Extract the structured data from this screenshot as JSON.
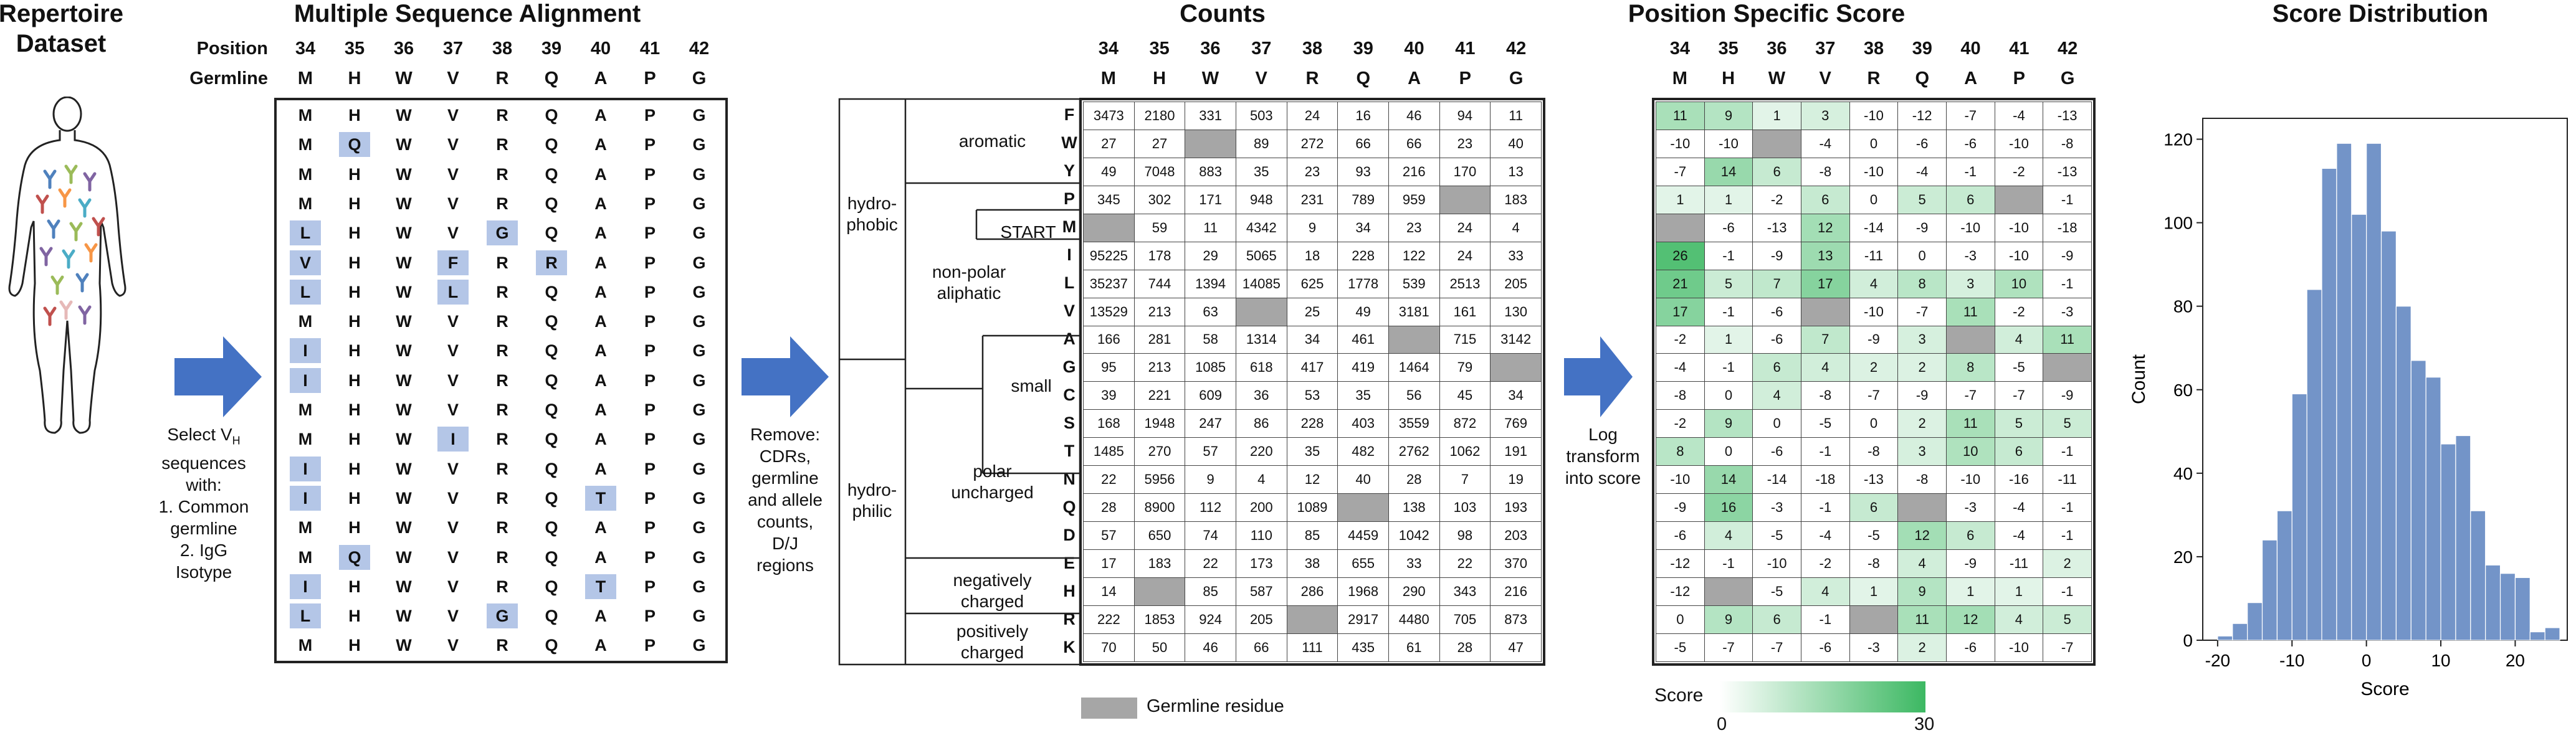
{
  "titles": {
    "repertoire": "Repertoire",
    "dataset": "Dataset",
    "msa": "Multiple Sequence Alignment",
    "counts": "Counts",
    "pss": "Position Specific Score",
    "dist": "Score Distribution"
  },
  "position_label": "Position",
  "germline_label": "Germline",
  "positions": [
    "34",
    "35",
    "36",
    "37",
    "38",
    "39",
    "40",
    "41",
    "42"
  ],
  "germline": [
    "M",
    "H",
    "W",
    "V",
    "R",
    "Q",
    "A",
    "P",
    "G"
  ],
  "msa_rows": [
    [
      "M",
      "H",
      "W",
      "V",
      "R",
      "Q",
      "A",
      "P",
      "G"
    ],
    [
      "M",
      "Q",
      "W",
      "V",
      "R",
      "Q",
      "A",
      "P",
      "G"
    ],
    [
      "M",
      "H",
      "W",
      "V",
      "R",
      "Q",
      "A",
      "P",
      "G"
    ],
    [
      "M",
      "H",
      "W",
      "V",
      "R",
      "Q",
      "A",
      "P",
      "G"
    ],
    [
      "L",
      "H",
      "W",
      "V",
      "G",
      "Q",
      "A",
      "P",
      "G"
    ],
    [
      "V",
      "H",
      "W",
      "F",
      "R",
      "R",
      "A",
      "P",
      "G"
    ],
    [
      "L",
      "H",
      "W",
      "L",
      "R",
      "Q",
      "A",
      "P",
      "G"
    ],
    [
      "M",
      "H",
      "W",
      "V",
      "R",
      "Q",
      "A",
      "P",
      "G"
    ],
    [
      "I",
      "H",
      "W",
      "V",
      "R",
      "Q",
      "A",
      "P",
      "G"
    ],
    [
      "I",
      "H",
      "W",
      "V",
      "R",
      "Q",
      "A",
      "P",
      "G"
    ],
    [
      "M",
      "H",
      "W",
      "V",
      "R",
      "Q",
      "A",
      "P",
      "G"
    ],
    [
      "M",
      "H",
      "W",
      "I",
      "R",
      "Q",
      "A",
      "P",
      "G"
    ],
    [
      "I",
      "H",
      "W",
      "V",
      "R",
      "Q",
      "A",
      "P",
      "G"
    ],
    [
      "I",
      "H",
      "W",
      "V",
      "R",
      "Q",
      "T",
      "P",
      "G"
    ],
    [
      "M",
      "H",
      "W",
      "V",
      "R",
      "Q",
      "A",
      "P",
      "G"
    ],
    [
      "M",
      "Q",
      "W",
      "V",
      "R",
      "Q",
      "A",
      "P",
      "G"
    ],
    [
      "I",
      "H",
      "W",
      "V",
      "R",
      "Q",
      "T",
      "P",
      "G"
    ],
    [
      "L",
      "H",
      "W",
      "V",
      "G",
      "Q",
      "A",
      "P",
      "G"
    ],
    [
      "M",
      "H",
      "W",
      "V",
      "R",
      "Q",
      "A",
      "P",
      "G"
    ]
  ],
  "msa_highlight": [
    [
      1,
      1
    ],
    [
      4,
      0
    ],
    [
      4,
      4
    ],
    [
      5,
      0
    ],
    [
      5,
      3
    ],
    [
      5,
      5
    ],
    [
      6,
      0
    ],
    [
      6,
      3
    ],
    [
      8,
      0
    ],
    [
      9,
      0
    ],
    [
      11,
      3
    ],
    [
      12,
      0
    ],
    [
      13,
      0
    ],
    [
      13,
      6
    ],
    [
      15,
      1
    ],
    [
      16,
      0
    ],
    [
      16,
      6
    ],
    [
      17,
      0
    ],
    [
      17,
      4
    ]
  ],
  "step1": {
    "line1": "Select V",
    "sub": "H",
    "lines": [
      "sequences",
      "with:",
      "1. Common",
      "germline",
      "2. IgG",
      "Isotype"
    ]
  },
  "step2": [
    "Remove:",
    "CDRs,",
    "germline",
    "and allele",
    "counts,",
    "D/J",
    "regions"
  ],
  "step3": [
    "Log",
    "transform",
    "into score"
  ],
  "aa_rows": [
    "F",
    "W",
    "Y",
    "P",
    "M",
    "I",
    "L",
    "V",
    "A",
    "G",
    "C",
    "S",
    "T",
    "N",
    "Q",
    "D",
    "E",
    "H",
    "R",
    "K"
  ],
  "counts": [
    [
      "3473",
      "2180",
      "331",
      "503",
      "24",
      "16",
      "46",
      "94",
      "11"
    ],
    [
      "27",
      "27",
      "",
      "89",
      "272",
      "66",
      "66",
      "23",
      "40"
    ],
    [
      "49",
      "7048",
      "883",
      "35",
      "23",
      "93",
      "216",
      "170",
      "13"
    ],
    [
      "345",
      "302",
      "171",
      "948",
      "231",
      "789",
      "959",
      "",
      "183"
    ],
    [
      "",
      "59",
      "11",
      "4342",
      "9",
      "34",
      "23",
      "24",
      "4"
    ],
    [
      "95225",
      "178",
      "29",
      "5065",
      "18",
      "228",
      "122",
      "24",
      "33"
    ],
    [
      "35237",
      "744",
      "1394",
      "14085",
      "625",
      "1778",
      "539",
      "2513",
      "205"
    ],
    [
      "13529",
      "213",
      "63",
      "",
      "25",
      "49",
      "3181",
      "161",
      "130"
    ],
    [
      "166",
      "281",
      "58",
      "1314",
      "34",
      "461",
      "",
      "715",
      "3142"
    ],
    [
      "95",
      "213",
      "1085",
      "618",
      "417",
      "419",
      "1464",
      "79",
      ""
    ],
    [
      "39",
      "221",
      "609",
      "36",
      "53",
      "35",
      "56",
      "45",
      "34"
    ],
    [
      "168",
      "1948",
      "247",
      "86",
      "228",
      "403",
      "3559",
      "872",
      "769"
    ],
    [
      "1485",
      "270",
      "57",
      "220",
      "35",
      "482",
      "2762",
      "1062",
      "191"
    ],
    [
      "22",
      "5956",
      "9",
      "4",
      "12",
      "40",
      "28",
      "7",
      "19"
    ],
    [
      "28",
      "8900",
      "112",
      "200",
      "1089",
      "",
      "138",
      "103",
      "193"
    ],
    [
      "57",
      "650",
      "74",
      "110",
      "85",
      "4459",
      "1042",
      "98",
      "203"
    ],
    [
      "17",
      "183",
      "22",
      "173",
      "38",
      "655",
      "33",
      "22",
      "370"
    ],
    [
      "14",
      "",
      "85",
      "587",
      "286",
      "1968",
      "290",
      "343",
      "216"
    ],
    [
      "222",
      "1853",
      "924",
      "205",
      "",
      "2917",
      "4480",
      "705",
      "873"
    ],
    [
      "70",
      "50",
      "46",
      "66",
      "111",
      "435",
      "61",
      "28",
      "47"
    ]
  ],
  "scores": [
    [
      "11",
      "9",
      "1",
      "3",
      "-10",
      "-12",
      "-7",
      "-4",
      "-13"
    ],
    [
      "-10",
      "-10",
      "",
      "-4",
      "0",
      "-6",
      "-6",
      "-10",
      "-8"
    ],
    [
      "-7",
      "14",
      "6",
      "-8",
      "-10",
      "-4",
      "-1",
      "-2",
      "-13"
    ],
    [
      "1",
      "1",
      "-2",
      "6",
      "0",
      "5",
      "6",
      "",
      "-1"
    ],
    [
      "",
      "-6",
      "-13",
      "12",
      "-14",
      "-9",
      "-10",
      "-10",
      "-18"
    ],
    [
      "26",
      "-1",
      "-9",
      "13",
      "-11",
      "0",
      "-3",
      "-10",
      "-9"
    ],
    [
      "21",
      "5",
      "7",
      "17",
      "4",
      "8",
      "3",
      "10",
      "-1"
    ],
    [
      "17",
      "-1",
      "-6",
      "",
      "-10",
      "-7",
      "11",
      "-2",
      "-3"
    ],
    [
      "-2",
      "1",
      "-6",
      "7",
      "-9",
      "3",
      "",
      "4",
      "11"
    ],
    [
      "-4",
      "-1",
      "6",
      "4",
      "2",
      "2",
      "8",
      "-5",
      ""
    ],
    [
      "-8",
      "0",
      "4",
      "-8",
      "-7",
      "-9",
      "-7",
      "-7",
      "-9"
    ],
    [
      "-2",
      "9",
      "0",
      "-5",
      "0",
      "2",
      "11",
      "5",
      "5"
    ],
    [
      "8",
      "0",
      "-6",
      "-1",
      "-8",
      "3",
      "10",
      "6",
      "-1"
    ],
    [
      "-10",
      "14",
      "-14",
      "-18",
      "-13",
      "-8",
      "-10",
      "-16",
      "-11"
    ],
    [
      "-9",
      "16",
      "-3",
      "-1",
      "6",
      "",
      "-3",
      "-4",
      "-1"
    ],
    [
      "-6",
      "4",
      "-5",
      "-4",
      "-5",
      "12",
      "6",
      "-4",
      "-1"
    ],
    [
      "-12",
      "-1",
      "-10",
      "-2",
      "-8",
      "4",
      "-9",
      "-11",
      "2"
    ],
    [
      "-12",
      "",
      "-5",
      "4",
      "1",
      "9",
      "1",
      "1",
      "-1"
    ],
    [
      "0",
      "9",
      "6",
      "-1",
      "",
      "11",
      "12",
      "4",
      "5"
    ],
    [
      "-5",
      "-7",
      "-7",
      "-6",
      "-3",
      "2",
      "-6",
      "-10",
      "-7"
    ]
  ],
  "categories": {
    "hydrophobic": [
      "hydro-",
      "phobic"
    ],
    "hydrophilic": [
      "hydro-",
      "philic"
    ],
    "aromatic": "aromatic",
    "start": "START",
    "nonpolar": [
      "non-polar",
      "aliphatic"
    ],
    "small": "small",
    "polar": [
      "polar",
      "uncharged"
    ],
    "negative": [
      "negatively",
      "charged"
    ],
    "positive": [
      "positively",
      "charged"
    ]
  },
  "germline_legend": "Germline residue",
  "score_legend": {
    "label": "Score",
    "min": "0",
    "max": "30"
  },
  "colors": {
    "highlight": "#b4c6e7",
    "germline": "#a6a6a6",
    "score": "#3cb862",
    "bars": "#7394c8",
    "arrow": "#4472c4"
  },
  "chart_data": {
    "type": "bar",
    "xlabel": "Score",
    "ylabel": "Count",
    "xlim": [
      -22,
      27
    ],
    "ylim": [
      0,
      125
    ],
    "xticks": [
      -20,
      -10,
      0,
      10,
      20
    ],
    "yticks": [
      0,
      20,
      40,
      60,
      80,
      100,
      120
    ],
    "bin_width": 2,
    "x": [
      -19,
      -17,
      -15,
      -13,
      -11,
      -9,
      -7,
      -5,
      -3,
      -1,
      1,
      3,
      5,
      7,
      9,
      11,
      13,
      15,
      17,
      19,
      21,
      23,
      25
    ],
    "values": [
      1,
      4,
      9,
      24,
      31,
      59,
      84,
      113,
      119,
      102,
      119,
      98,
      80,
      67,
      63,
      47,
      49,
      31,
      18,
      16,
      15,
      2,
      3
    ]
  }
}
